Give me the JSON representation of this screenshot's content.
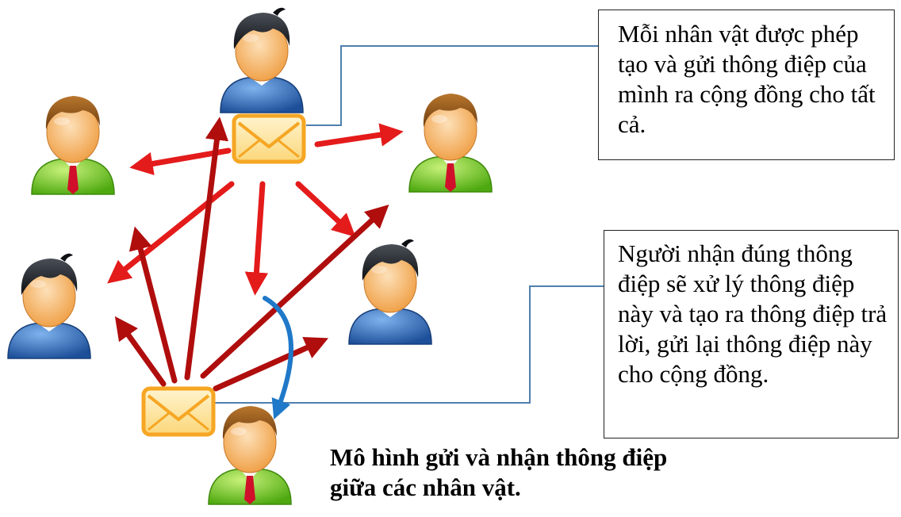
{
  "notes": {
    "top": "Mỗi nhân vật được phép tạo và gửi thông điệp của mình ra cộng đồng cho tất cả.",
    "bottom": "Người nhận đúng thông điệp sẽ xử lý thông điệp này và tạo ra thông điệp trả lời, gửi lại thông điệp này cho cộng đồng."
  },
  "caption": "Mô hình gửi và nhận thông điệp giữa các nhân vật.",
  "colors": {
    "broadcast_arrow": "#e41b1b",
    "reply_arrow": "#b00d0d",
    "delivery_arrow": "#1f78c8",
    "callout_line": "#4f7fae",
    "envelope_border": "#f6a623",
    "envelope_fill": "#fde9a6",
    "shirt_green": "#6cc51d",
    "shirt_blue": "#2b6ab8"
  },
  "icons": [
    "person-green-icon",
    "person-blue-icon",
    "envelope-icon"
  ]
}
